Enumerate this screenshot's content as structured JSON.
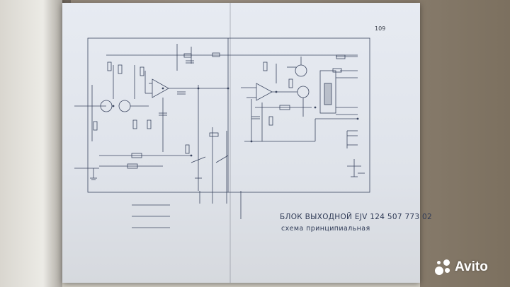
{
  "photo": {
    "page_number": "109",
    "title_line1": "БЛОК ВЫХОДНОЙ EJV 124   507 773 02",
    "title_line2": "схема принципиальная"
  },
  "watermark": {
    "text": "Avito"
  },
  "colors": {
    "ink": "#2f3a56",
    "paper": "#e3e7ee",
    "table": "#8a7d6e"
  }
}
